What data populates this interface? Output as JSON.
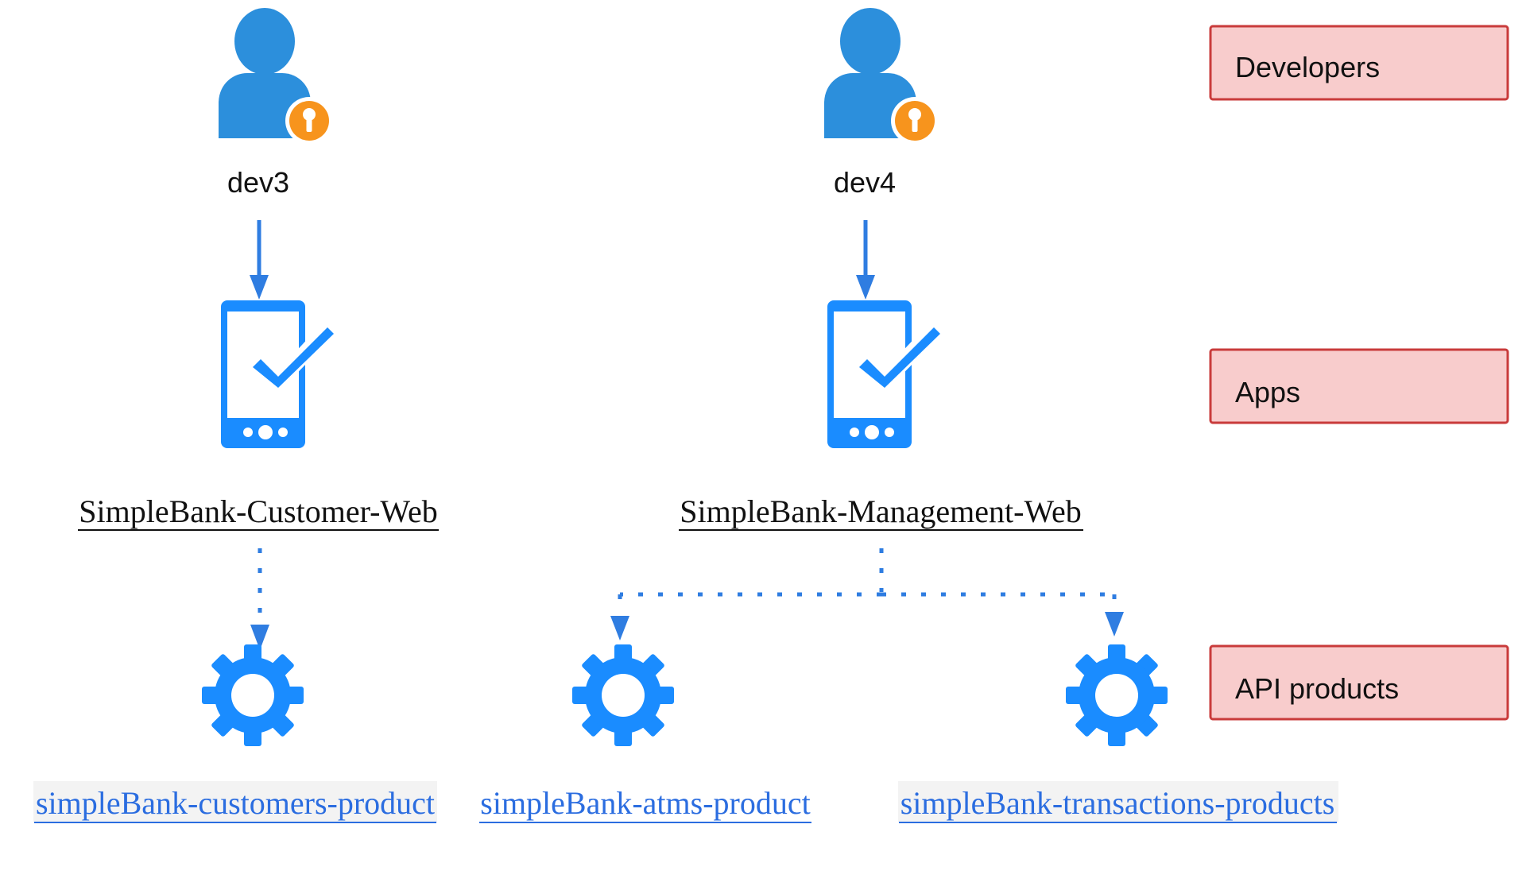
{
  "developers": [
    {
      "name": "dev3"
    },
    {
      "name": "dev4"
    }
  ],
  "apps": [
    {
      "name": "SimpleBank-Customer-Web"
    },
    {
      "name": "SimpleBank-Management-Web"
    }
  ],
  "api_products": [
    {
      "name": "simpleBank-customers-product"
    },
    {
      "name": "simpleBank-atms-product"
    },
    {
      "name": "simpleBank-transactions-products"
    }
  ],
  "legend": {
    "developers_label": "Developers",
    "apps_label": "Apps",
    "products_label": "API products"
  },
  "colors": {
    "edge": "#2f7de1",
    "developer_icon": "#2c8fdc",
    "key_badge": "#f7941d",
    "app_icon": "#1a8cff",
    "product_icon": "#1a8cff",
    "product_link": "#2b6de0",
    "legend_fill": "#f8cccc",
    "legend_border": "#c93b3b"
  },
  "icons": {
    "developer": "user-with-key-icon",
    "app": "mobile-app-check-icon",
    "product": "gear-icon"
  }
}
